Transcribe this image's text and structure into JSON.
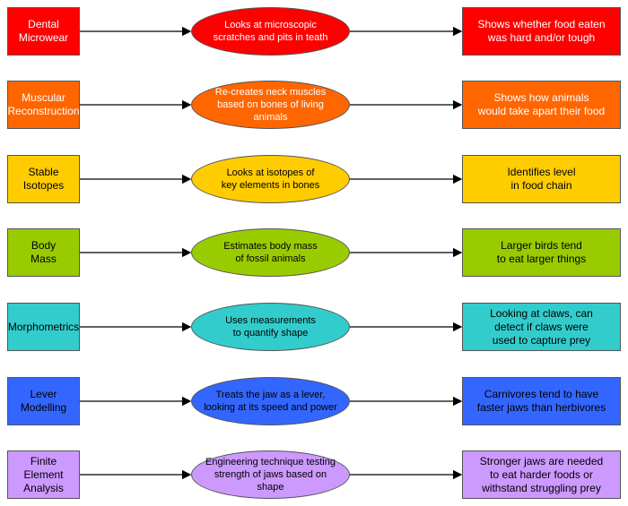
{
  "rows": [
    {
      "technique": "Dental\nMicrowear",
      "method": "Looks at microscopic\nscratches and pits in teath",
      "finding": "Shows whether food eaten\nwas hard and/or tough",
      "color": "#ff0000"
    },
    {
      "technique": "Muscular\nReconstruction",
      "method": "Re-creates neck muscles\nbased on bones of living animals",
      "finding": "Shows how animals\nwould take apart their food",
      "color": "#ff6600"
    },
    {
      "technique": "Stable\nIsotopes",
      "method": "Looks at isotopes of\nkey elements in bones",
      "finding": "Identifies level\nin food chain",
      "color": "#ffcc00"
    },
    {
      "technique": "Body\nMass",
      "method": "Estimates body mass\nof fossil animals",
      "finding": "Larger birds tend\nto eat larger things",
      "color": "#99cc00"
    },
    {
      "technique": "Morphometrics",
      "method": "Uses measurements\nto quantify shape",
      "finding": "Looking at claws, can\ndetect if claws were\nused to capture prey",
      "color": "#33cccc"
    },
    {
      "technique": "Lever\nModelling",
      "method": "Treats the jaw as a lever,\nlooking at its speed and power",
      "finding": "Carnivores tend to have\nfaster jaws than herbivores",
      "color": "#3366ff"
    },
    {
      "technique": "Finite\nElement\nAnalysis",
      "method": "Engineering technique testing\nstrength of jaws based on shape",
      "finding": "Stronger jaws are needed\nto eat harder foods or\nwithstand struggling prey",
      "color": "#cc99ff"
    }
  ]
}
